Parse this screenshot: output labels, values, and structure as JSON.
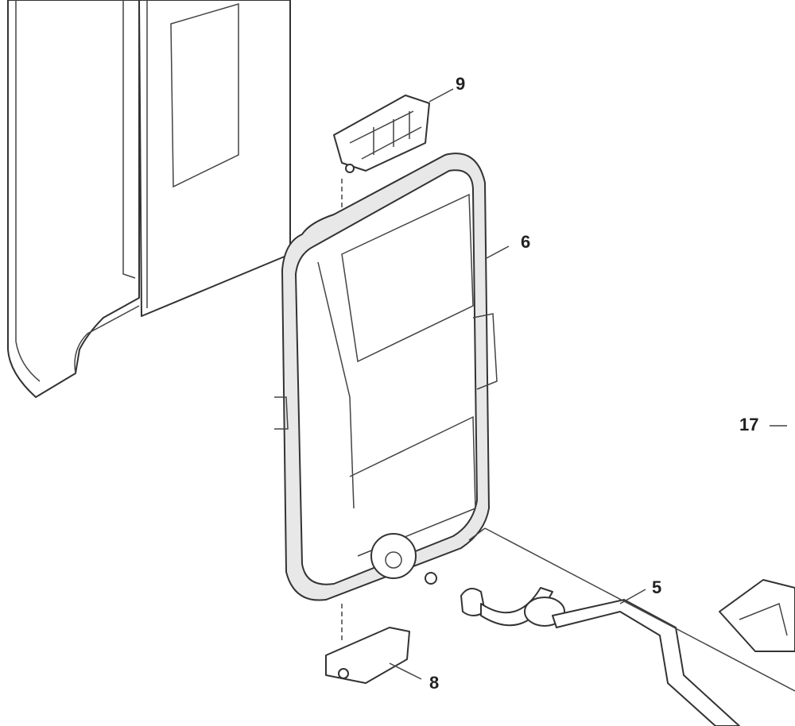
{
  "diagram": {
    "callouts": {
      "part_9": "9",
      "part_6": "6",
      "part_17": "17",
      "part_5": "5",
      "part_8": "8"
    }
  }
}
